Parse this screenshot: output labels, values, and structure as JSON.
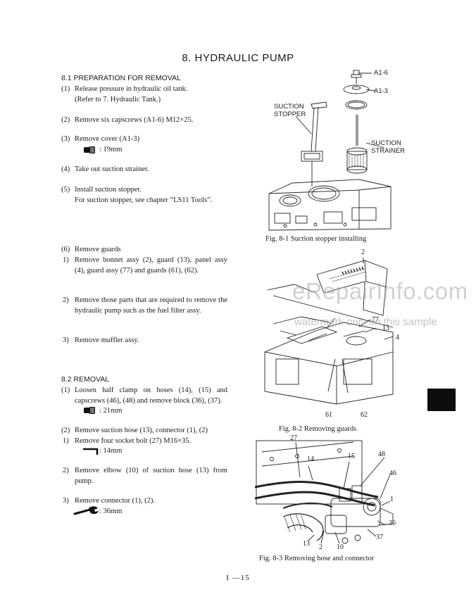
{
  "title": "8.  HYDRAULIC PUMP",
  "section1": {
    "heading": "8.1  PREPARATION FOR REMOVAL",
    "s1_num": "(1)",
    "s1_line1": "Release pressure in hydraulic oil tank.",
    "s1_line2": "(Refer to 7. Hydraulic Tank.)",
    "s2_num": "(2)",
    "s2_text": "Remove six capscrews (A1-6) M12×25.",
    "s3_num": "(3)",
    "s3_text": "Remove cover (A1-3)",
    "s3_tool": ": 19mm",
    "s3_tool_icon": "socket-wrench-icon",
    "s4_num": "(4)",
    "s4_text": "Take out suction strainer.",
    "s5_num": "(5)",
    "s5_line1": "Install suction stopper.",
    "s5_line2": "For suction stopper, see chapter “LS11 Tools”.",
    "s6_num": "(6)",
    "s6_text": "Remove guards",
    "s6_1_num": "1)",
    "s6_1_text": "Remove bonnet assy (2), guard (13), panel assy (4), guard assy (77) and guards (61), (62).",
    "s6_2_num": "2)",
    "s6_2_text": "Remove those parts that are required to remove the hydraulic pump such as the fuel filter assy.",
    "s6_3_num": "3)",
    "s6_3_text": "Remove muffler assy."
  },
  "section2": {
    "heading": "8.2  REMOVAL",
    "r1_num": "(1)",
    "r1_text": "Loosen half clamp on hoses (14), (15) and capscrews (46), (48) and remove block (36), (37).",
    "r1_tool": ": 21mm",
    "r1_tool_icon": "socket-wrench-icon",
    "r2_num": "(2)",
    "r2_text": "Remove suction hose (13), connector (1), (2)",
    "r2_1_num": "1)",
    "r2_1_text": "Remove four socket bolt (27) M16×35.",
    "r2_1_tool": ": 14mm",
    "r2_1_tool_icon": "hex-key-icon",
    "r2_2_num": "2)",
    "r2_2_text": "Remove elbow (10) of suction hose (13) from pump.",
    "r2_3_num": "3)",
    "r2_3_text": "Remove connector (1), (2).",
    "r2_3_tool": ": 36mm",
    "r2_3_tool_icon": "spanner-icon"
  },
  "figures": {
    "fig1": {
      "caption": "Fig. 8-1    Suction stopper installing",
      "label_a16": "A1-6",
      "label_a13": "A1-3",
      "label_stopper_1": "SUCTION",
      "label_stopper_2": "STOPPER",
      "label_strainer_1": "SUCTION",
      "label_strainer_2": "STRAINER"
    },
    "fig2": {
      "caption": "Fig. 8-2    Removing guards",
      "c2": "2",
      "c77": "77",
      "c13": "13",
      "c4": "4",
      "c61": "61",
      "c62": "62"
    },
    "fig3": {
      "caption": "Fig. 8-3    Removing hose and connector",
      "c27": "27",
      "c14": "14",
      "c15": "15",
      "c48": "48",
      "c46": "46",
      "c1": "1",
      "c36": "36",
      "c37": "37",
      "c13": "13",
      "c2": "2",
      "c10": "10"
    }
  },
  "watermark": {
    "line1": "eRepairInfo.com",
    "line2": "watermark only on this sample"
  },
  "page_number": "I ―15"
}
